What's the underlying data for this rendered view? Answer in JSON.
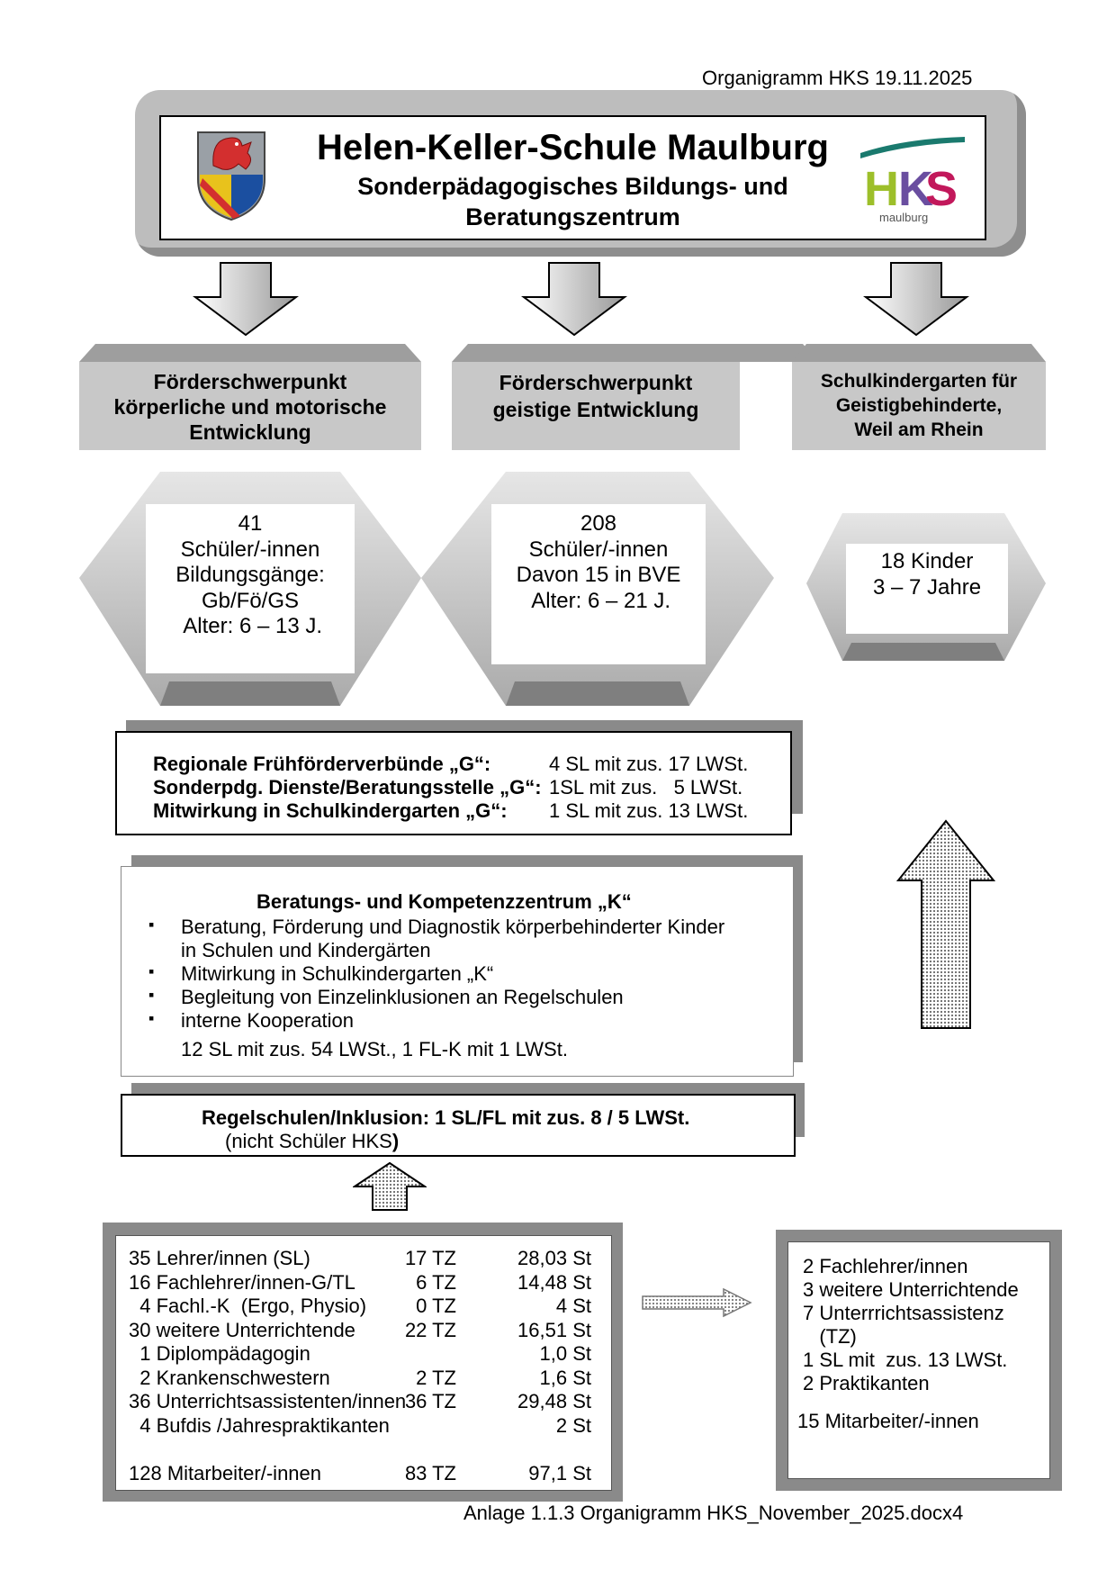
{
  "doc_date": "Organigramm HKS 19.11.2025",
  "header": {
    "title": "Helen-Keller-Schule Maulburg",
    "subtitle_line1": "Sonderpädagogisches Bildungs- und",
    "subtitle_line2": "Beratungszentrum",
    "logo_text": "maulburg"
  },
  "categories": [
    {
      "lines": [
        "Förderschwerpunkt",
        "körperliche und motorische",
        "Entwicklung"
      ]
    },
    {
      "lines": [
        "Förderschwerpunkt",
        "geistige Entwicklung"
      ]
    },
    {
      "lines": [
        "Schulkindergarten für",
        "Geistigbehinderte,",
        "Weil am Rhein"
      ]
    }
  ],
  "counts": [
    {
      "lines": [
        "41",
        "Schüler/-innen",
        "Bildungsgänge:",
        "Gb/Fö/GS",
        " Alter: 6 – 13 J."
      ]
    },
    {
      "lines": [
        "208",
        "Schüler/-innen",
        "Davon 15 in BVE",
        " Alter: 6 – 21 J."
      ]
    },
    {
      "lines": [
        "18 Kinder",
        "3 – 7 Jahre"
      ]
    }
  ],
  "regional": [
    {
      "label": "Regionale Frühförderverbünde „G“:",
      "value": "4 SL mit zus. 17 LWSt."
    },
    {
      "label": "Sonderpdg. Dienste/Beratungsstelle „G“:",
      "value": "1SL mit zus.   5 LWSt."
    },
    {
      "label": "Mitwirkung in Schulkindergarten „G“:",
      "value": "1 SL mit zus. 13 LWSt."
    }
  ],
  "kompetenz": {
    "title": "Beratungs- und Kompetenzzentrum „K“",
    "bullets": [
      "Beratung, Förderung und Diagnostik körperbehinderter Kinder",
      "in Schulen und Kindergärten",
      "Mitwirkung in Schulkindergarten „K“",
      "Begleitung von Einzelinklusionen an Regelschulen",
      "interne Kooperation"
    ],
    "footer": "12 SL mit zus. 54 LWSt., 1 FL-K mit 1 LWSt."
  },
  "regelschulen": {
    "line1": "Regelschulen/Inklusion:  1 SL/FL mit zus. 8 / 5 LWSt.",
    "line2_prefix": "(nicht Schüler HKS",
    "line2_suffix": ")"
  },
  "staff": {
    "rows": [
      {
        "label": "35 Lehrer/innen (SL)",
        "tz": "17 TZ",
        "st": "28,03 St"
      },
      {
        "label": "16 Fachlehrer/innen-G/TL",
        "tz": "6 TZ",
        "st": "14,48 St"
      },
      {
        "label": "  4 Fachl.-K  (Ergo, Physio)",
        "tz": "0 TZ",
        "st": "4 St"
      },
      {
        "label": "30 weitere Unterrichtende",
        "tz": "22 TZ",
        "st": "16,51 St"
      },
      {
        "label": "  1 Diplompädagogin",
        "tz": "",
        "st": "1,0 St"
      },
      {
        "label": "  2 Krankenschwestern",
        "tz": "2 TZ",
        "st": "1,6 St"
      },
      {
        "label": "36 Unterrichtsassistenten/innen",
        "tz": "36 TZ",
        "st": "29,48 St"
      },
      {
        "label": "  4 Bufdis /Jahrespraktikanten",
        "tz": "",
        "st": "2 St"
      }
    ],
    "total": {
      "label": "128 Mitarbeiter/-innen",
      "tz": "83 TZ",
      "st": "97,1 St"
    }
  },
  "kindergarten_staff": {
    "lines": [
      "2 Fachlehrer/innen",
      "3 weitere Unterrichtende",
      "7 Unterrrichtsassistenz",
      "   (TZ)",
      "1 SL mit  zus. 13 LWSt.",
      "2 Praktikanten"
    ],
    "total": "15 Mitarbeiter/-innen"
  },
  "footer": "Anlage 1.1.3 Organigramm HKS_November_2025.docx4",
  "colors": {
    "box_gray": "#c8c8c8",
    "shadow_gray": "#8a8a8a",
    "logo_green": "#1a7a6e",
    "logo_pink": "#c2185b",
    "logo_lime": "#9dbf2a",
    "logo_purple": "#6a4ea0"
  }
}
